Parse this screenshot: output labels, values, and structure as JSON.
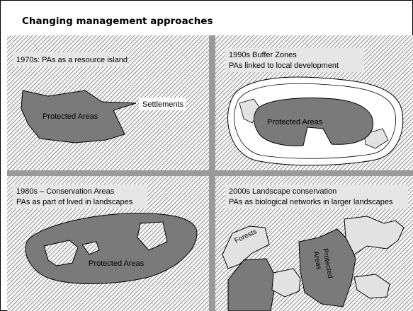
{
  "title": "Changing management approaches",
  "panels": {
    "p1970": {
      "heading_line1": "1970s: PAs as a resource island",
      "area_label": "Protected Areas",
      "settlements_label": "Settlements"
    },
    "p1990": {
      "heading_line1": "1990s Buffer Zones",
      "heading_line2": "PAs linked to local development",
      "area_label": "Protected Areas"
    },
    "p1980": {
      "heading_line1": "1980s – Conservation Areas",
      "heading_line2": "PAs as part of lived in landscapes",
      "area_label": "Protected Areas"
    },
    "p2000": {
      "heading_line1": "2000s Landscape conservation",
      "heading_line2": "PAs as biological networks in larger landscapes",
      "forests_label": "Forests",
      "area_label_1": "Protected",
      "area_label_2": "Areas"
    }
  },
  "colors": {
    "protected_area": "#7a7a7a",
    "light_patch": "#e2e2e2",
    "label_box": "#e6e6e6",
    "hatch_line": "#8c8c8c",
    "divider": "#9a9a9a"
  }
}
